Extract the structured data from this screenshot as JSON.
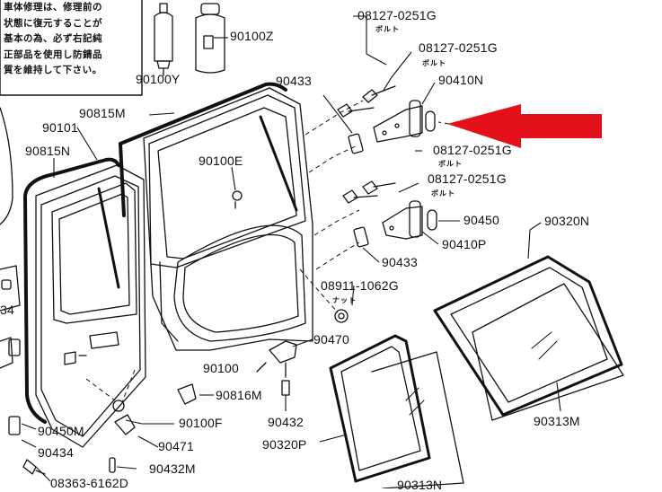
{
  "note_lines": [
    "車体修理は、修理前の",
    "状態に復元することが",
    "基本の為、必ず右記純",
    "正部品を使用し防錆品",
    "質を維持して下さい。"
  ],
  "parts": {
    "p90100Y": "90100Y",
    "p90100Z": "90100Z",
    "p08127_a": "08127-0251G",
    "p08127_b": "08127-0251G",
    "p08127_c": "08127-0251G",
    "p08127_d": "08127-0251G",
    "bolt": "ボルト",
    "nut": "ナット",
    "p90410N": "90410N",
    "p90410P": "90410P",
    "p90433_a": "90433",
    "p90433_b": "90433",
    "p90815M": "90815M",
    "p90815N": "90815N",
    "p90101": "90101",
    "p90100E": "90100E",
    "p90450": "90450",
    "p90450M": "90450M",
    "p90320N": "90320N",
    "p90320P": "90320P",
    "p90313M": "90313M",
    "p90313N": "90313N",
    "p08911": "08911-1062G",
    "p90470": "90470",
    "p90100": "90100",
    "p90816M": "90816M",
    "p90100F": "90100F",
    "p90471": "90471",
    "p90432": "90432",
    "p90432M": "90432M",
    "p90434": "90434",
    "p90434_edge": "34",
    "p08363": "08363-6162D"
  },
  "colors": {
    "arrow": "#e4111b",
    "ink": "#111111"
  }
}
